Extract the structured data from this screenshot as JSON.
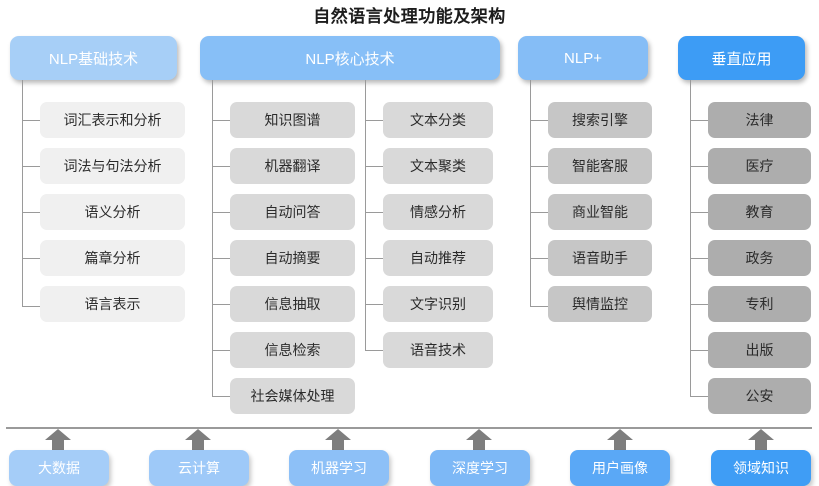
{
  "title": "自然语言处理功能及架构",
  "columns": [
    {
      "id": "nlp-basic",
      "header": "NLP基础技术",
      "items": [
        "词汇表示和分析",
        "词法与句法分析",
        "语义分析",
        "篇章分析",
        "语言表示"
      ]
    },
    {
      "id": "nlp-core",
      "header": "NLP核心技术",
      "items_left": [
        "知识图谱",
        "机器翻译",
        "自动问答",
        "自动摘要",
        "信息抽取",
        "信息检索",
        "社会媒体处理"
      ],
      "items_right": [
        "文本分类",
        "文本聚类",
        "情感分析",
        "自动推荐",
        "文字识别",
        "语音技术"
      ]
    },
    {
      "id": "nlp-plus",
      "header": "NLP+",
      "items": [
        "搜索引擎",
        "智能客服",
        "商业智能",
        "语音助手",
        "舆情监控"
      ]
    },
    {
      "id": "vertical-app",
      "header": "垂直应用",
      "items": [
        "法律",
        "医疗",
        "教育",
        "政务",
        "专利",
        "出版",
        "公安"
      ]
    }
  ],
  "foundation": [
    "大数据",
    "云计算",
    "机器学习",
    "深度学习",
    "用户画像",
    "领域知识"
  ],
  "colors": {
    "head_basic": "#a7cff7",
    "head_core": "#87bff7",
    "head_plus": "#85bdf6",
    "head_vertical": "#3d9cf5",
    "item_light": "#f0f0f0",
    "item_mid": "#d9d9d9",
    "item_mid_dark": "#c6c6c6",
    "item_dark": "#adadad",
    "connector": "#9a9a9a",
    "arrow": "#7e7e7e",
    "title_text": "#1c1c1c"
  }
}
